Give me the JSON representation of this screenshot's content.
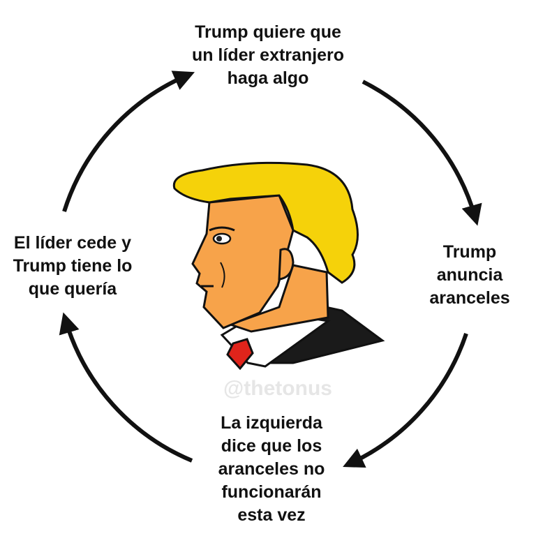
{
  "nodes": {
    "top": [
      "Trump quiere que",
      "un líder extranjero",
      "haga algo"
    ],
    "right": [
      "Trump",
      "anuncia",
      "aranceles"
    ],
    "bottom": [
      "La izquierda",
      "dice que los",
      "aranceles no",
      "funcionarán",
      "esta vez"
    ],
    "left": [
      "El líder cede y",
      "Trump tiene lo",
      "que quería"
    ]
  },
  "watermark": "@thetonus",
  "colors": {
    "arrow": "#111111",
    "hair": "#f5d20a",
    "skin": "#f7a34a",
    "suit": "#1a1a1a",
    "tie": "#e0241b",
    "shirt": "#ffffff"
  }
}
